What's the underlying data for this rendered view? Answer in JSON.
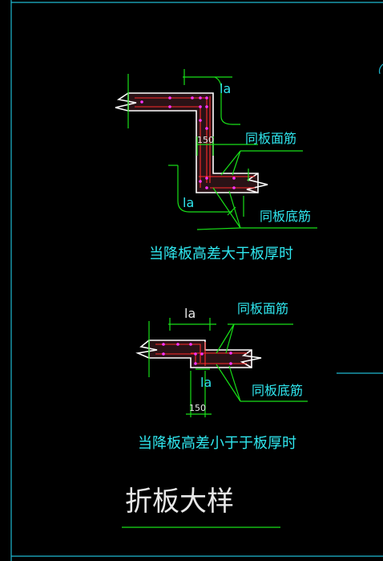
{
  "detail1": {
    "dim_la": "la",
    "dim_la_2": "la",
    "dim_150": "150",
    "label_top_rebar": "同板面筋",
    "label_bottom_rebar": "同板底筋",
    "caption": "当降板高差大于板厚时"
  },
  "detail2": {
    "dim_la": "la",
    "dim_la_2": "la",
    "dim_150": "150",
    "label_top_rebar": "同板面筋",
    "label_bottom_rebar": "同板底筋",
    "caption": "当降板高差小于于板厚时"
  },
  "title": "折板大样",
  "colors": {
    "background": "#000000",
    "frame": "#1fb8d0",
    "dimension": "#18e018",
    "rebar": "#ff2a2a",
    "text": "#2fe6ee",
    "title": "#e8e8e8"
  }
}
